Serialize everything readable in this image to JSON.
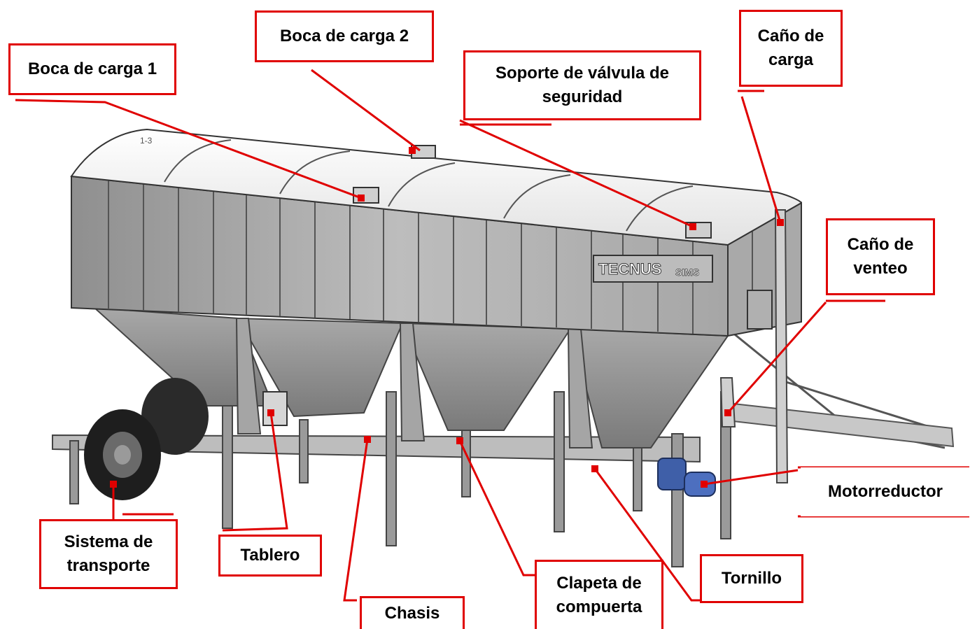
{
  "figure": {
    "brand_plate": "TECNUS",
    "brand_plate_sub": "SIMS",
    "tag_plate": "1-3",
    "accent_color": "#e00000",
    "machine_color": "#b7b7b7"
  },
  "labels": {
    "boca_carga_1": "Boca de carga 1",
    "boca_carga_2": "Boca de carga 2",
    "soporte_valvula_line1": "Soporte de válvula de",
    "soporte_valvula_line2": "seguridad",
    "cano_carga_line1": "Caño de",
    "cano_carga_line2": "carga",
    "cano_venteo_line1": "Caño de",
    "cano_venteo_line2": "venteo",
    "motorreductor": "Motorreductor",
    "sistema_transporte_line1": "Sistema de",
    "sistema_transporte_line2": "transporte",
    "tablero": "Tablero",
    "chasis": "Chasis",
    "clapeta_line1": "Clapeta de",
    "clapeta_line2": "compuerta",
    "tornillo": "Tornillo"
  }
}
